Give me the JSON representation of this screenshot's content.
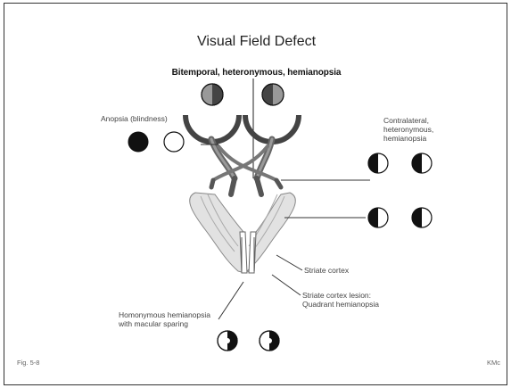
{
  "title": "Visual Field  Defect",
  "subtitle": "Bitemporal, heteronymous, hemianopsia",
  "labels": {
    "anopsia": "Anopsia (blindness)",
    "contralateral_line1": "Contralateral,",
    "contralateral_line2": "heteronymous,",
    "contralateral_line3": "hemianopsia",
    "striate_cortex": "Striate cortex",
    "striate_lesion_line1": "Striate cortex  lesion:",
    "striate_lesion_line2": "Quadrant hemianopsia",
    "homonymous_line1": "Homonymous hemianopsia",
    "homonymous_line2": "with macular sparing"
  },
  "footer": {
    "figure": "Fig. 5-8",
    "initials": "KMc"
  },
  "colors": {
    "ink": "#111111",
    "gray_dark": "#555555",
    "gray_mid": "#8a8a8a",
    "gray_light": "#d6d6d6"
  }
}
